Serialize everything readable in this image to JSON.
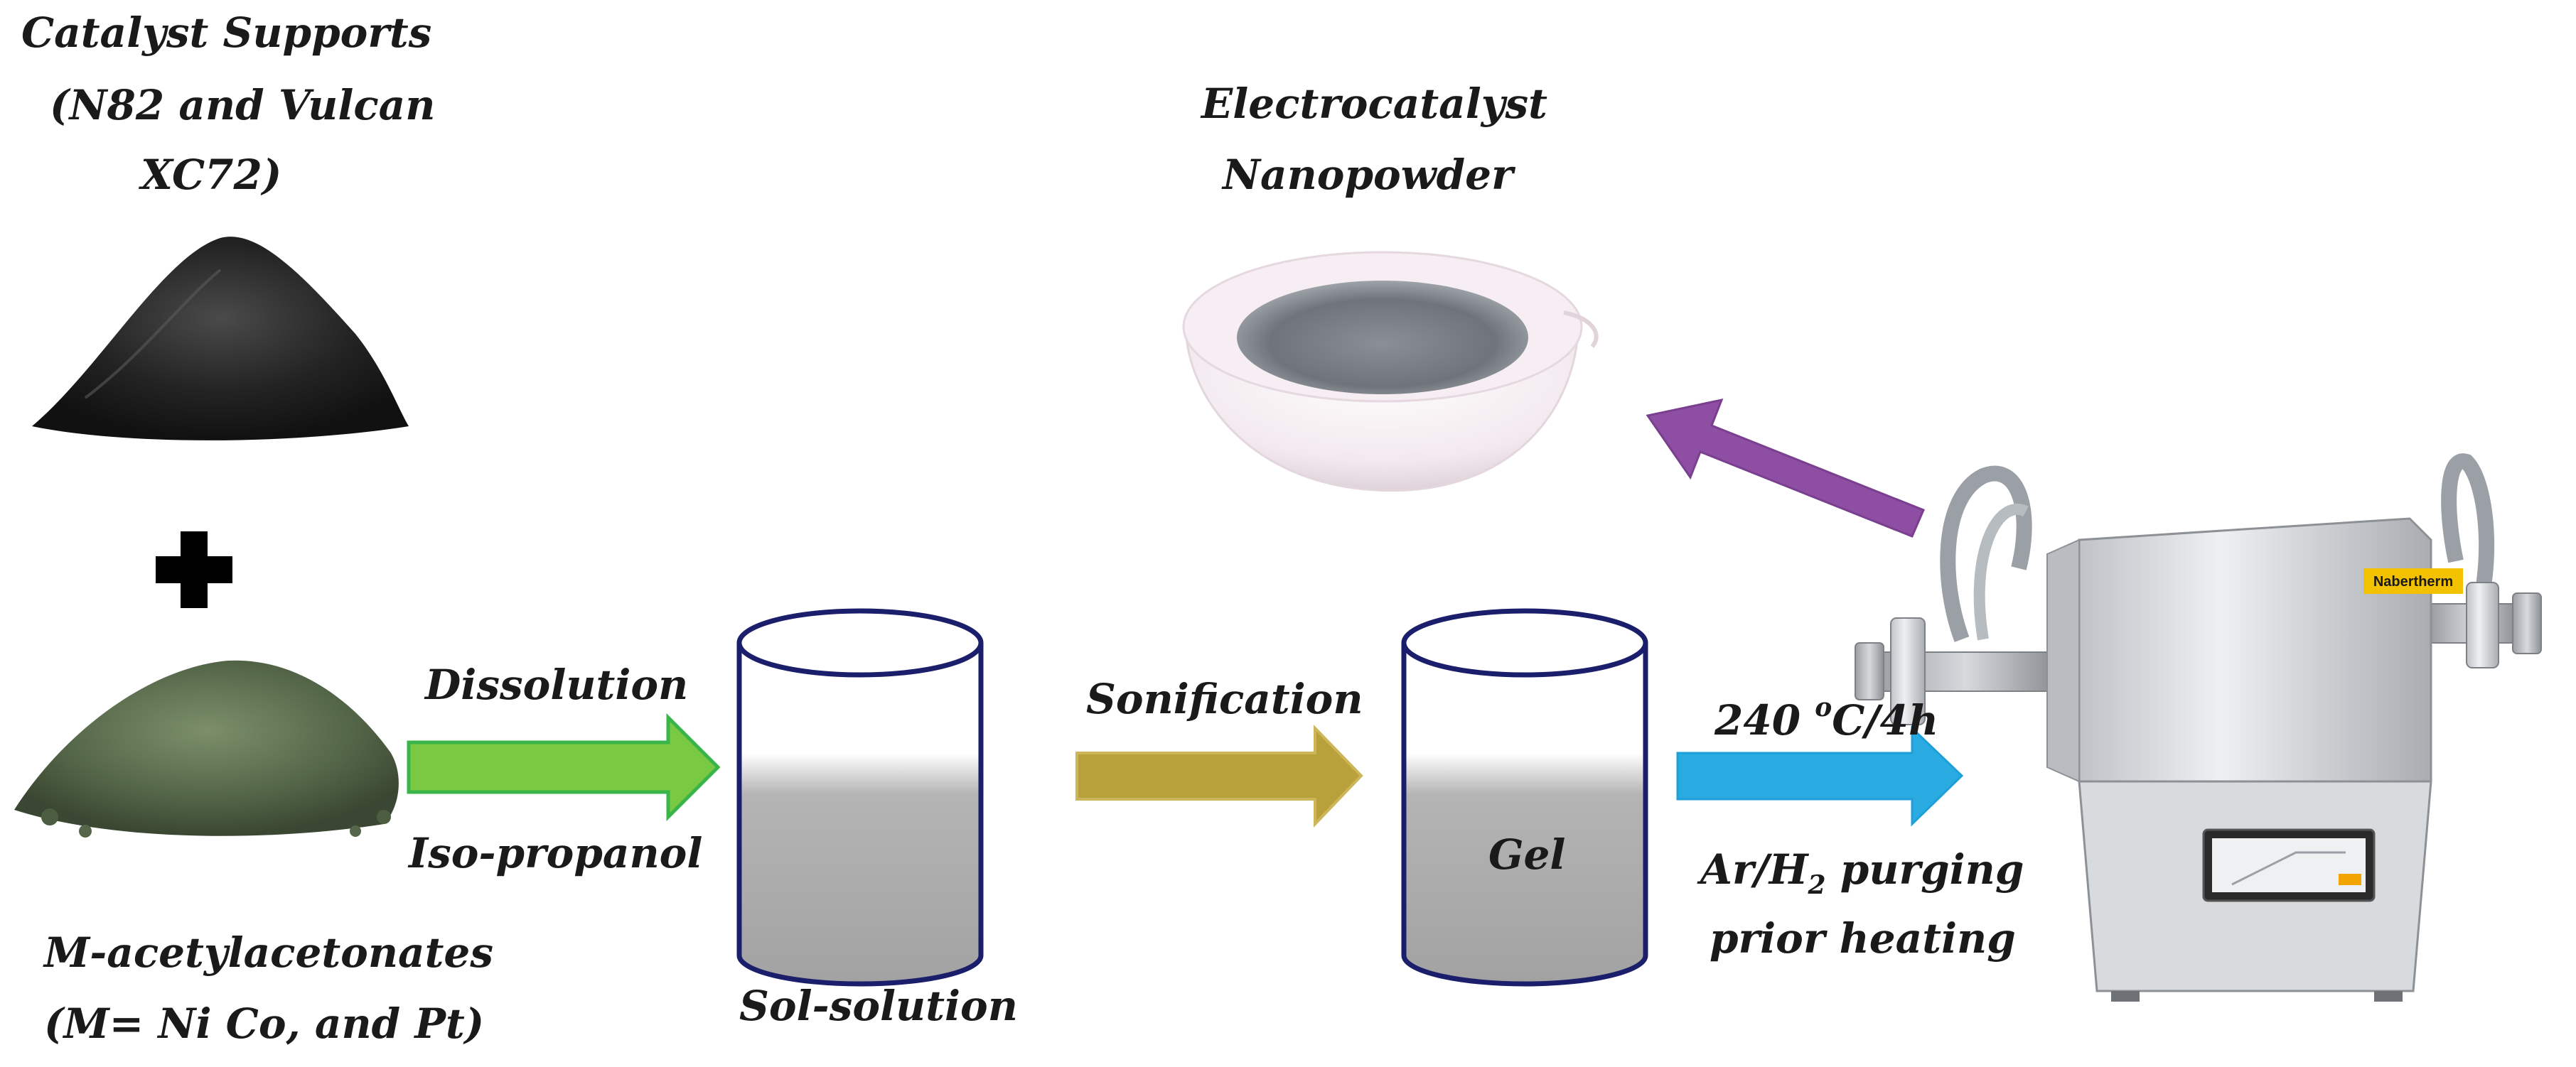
{
  "labels": {
    "supports_line1": "Catalyst Supports",
    "supports_line2": "(N82 and Vulcan",
    "supports_line3": "XC72)",
    "precursor_line1": "M-acetylacetonates",
    "precursor_line2": "(M= Ni Co, and Pt)",
    "dissolution": "Dissolution",
    "solvent": "Iso-propanol",
    "sol_solution": "Sol-solution",
    "sonification": "Sonification",
    "gel": "Gel",
    "temperature_prefix": "240 ",
    "temperature_degree": "o",
    "temperature_suffix": "C/4h",
    "purging_prefix": "Ar/H",
    "purging_subscript": "2",
    "purging_suffix": " purging",
    "purging_line2": "prior heating",
    "product_line1": "Electrocatalyst",
    "product_line2": "Nanopowder",
    "furnace_brand": "Nabertherm"
  },
  "icons": {
    "plus": "plus-icon",
    "carbon_pile": "carbon-powder-pile-icon",
    "precursor_pile": "green-precursor-pile-icon",
    "beaker": "beaker-icon",
    "crucible": "crucible-icon",
    "furnace": "tube-furnace-icon"
  },
  "colors": {
    "arrow_dissolution": "#7ac943",
    "arrow_sonification": "#b8a03a",
    "arrow_heating": "#29abe2",
    "arrow_return": "#8e4ea3",
    "beaker_outline": "#1b1f6b",
    "liquid": "#a8a8a8"
  }
}
